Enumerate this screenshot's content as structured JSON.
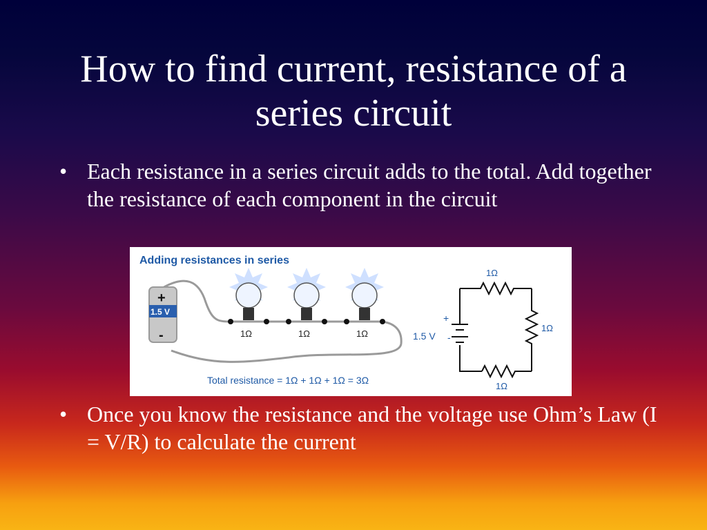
{
  "slide": {
    "title": "How to find current, resistance of a series circuit",
    "bullets": [
      {
        "symbol": "•",
        "text": "Each resistance in a series circuit adds to the total. Add together the resistance of each component in the circuit"
      },
      {
        "symbol": "•",
        "text": "Once you know the resistance and the voltage use Ohm’s Law (I = V/R) to calculate the current"
      }
    ]
  },
  "figure": {
    "title": "Adding resistances in series",
    "battery": {
      "plus": "+",
      "minus": "-",
      "voltage": "1.5 V"
    },
    "bulbs": [
      {
        "label": "1Ω"
      },
      {
        "label": "1Ω"
      },
      {
        "label": "1Ω"
      }
    ],
    "schematic": {
      "voltage": "1.5 V",
      "plus": "+",
      "minus": "-",
      "top_resistor": "1Ω",
      "right_resistor": "1Ω",
      "bottom_resistor": "1Ω"
    },
    "total": "Total resistance = 1Ω + 1Ω + 1Ω = 3Ω"
  }
}
